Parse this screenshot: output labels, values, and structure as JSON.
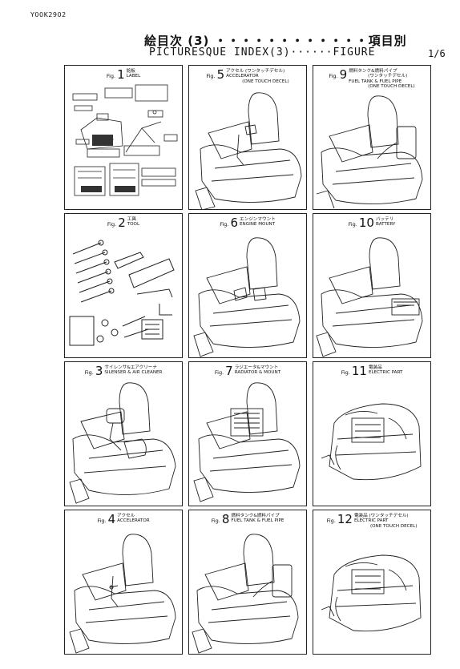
{
  "document_id": "Y00K2902",
  "title_jp": "絵目次 (3) ・・・・・・・・・・・・項目別",
  "title_en": "PICTURESQUE INDEX(3)······FIGURE",
  "page": "1/6",
  "fig_label": "Fig.",
  "figures": [
    {
      "num": "1",
      "jp": "銘板",
      "en": "LABEL",
      "en2": "",
      "en3": ""
    },
    {
      "num": "2",
      "jp": "工具",
      "en": "TOOL",
      "en2": "",
      "en3": ""
    },
    {
      "num": "3",
      "jp": "サイレンサ&エアクリーナ",
      "en": "SILENSER & AIR CLEANER",
      "en2": "",
      "en3": ""
    },
    {
      "num": "4",
      "jp": "アクセル",
      "en": "ACCELERATOR",
      "en2": "",
      "en3": ""
    },
    {
      "num": "5",
      "jp": "アクセル (ワンタッチデセル)",
      "en": "ACCELERATOR",
      "en2": "(ONE TOUCH DECEL)",
      "en3": ""
    },
    {
      "num": "6",
      "jp": "エンジンマウント",
      "en": "ENGINE MOUNT",
      "en2": "",
      "en3": ""
    },
    {
      "num": "7",
      "jp": "ラジエータ&マウント",
      "en": "RADIATOR & MOUNT",
      "en2": "",
      "en3": ""
    },
    {
      "num": "8",
      "jp": "燃料タンク&燃料パイプ",
      "en": "FUEL TANK & FUEL PIPE",
      "en2": "",
      "en3": ""
    },
    {
      "num": "9",
      "jp": "燃料タンク&燃料パイプ",
      "en": "(ワンタッチデセル)",
      "en2": "FUEL TANK & FUEL PIPE",
      "en3": "(ONE TOUCH DECEL)"
    },
    {
      "num": "10",
      "jp": "バッテリ",
      "en": "BATTERY",
      "en2": "",
      "en3": ""
    },
    {
      "num": "11",
      "jp": "電装品",
      "en": "ELECTRIC PART",
      "en2": "",
      "en3": ""
    },
    {
      "num": "12",
      "jp": "電装品 (ワンタッチデセル)",
      "en": "ELECTRIC PART",
      "en2": "(ONE TOUCH DECEL)",
      "en3": ""
    }
  ]
}
